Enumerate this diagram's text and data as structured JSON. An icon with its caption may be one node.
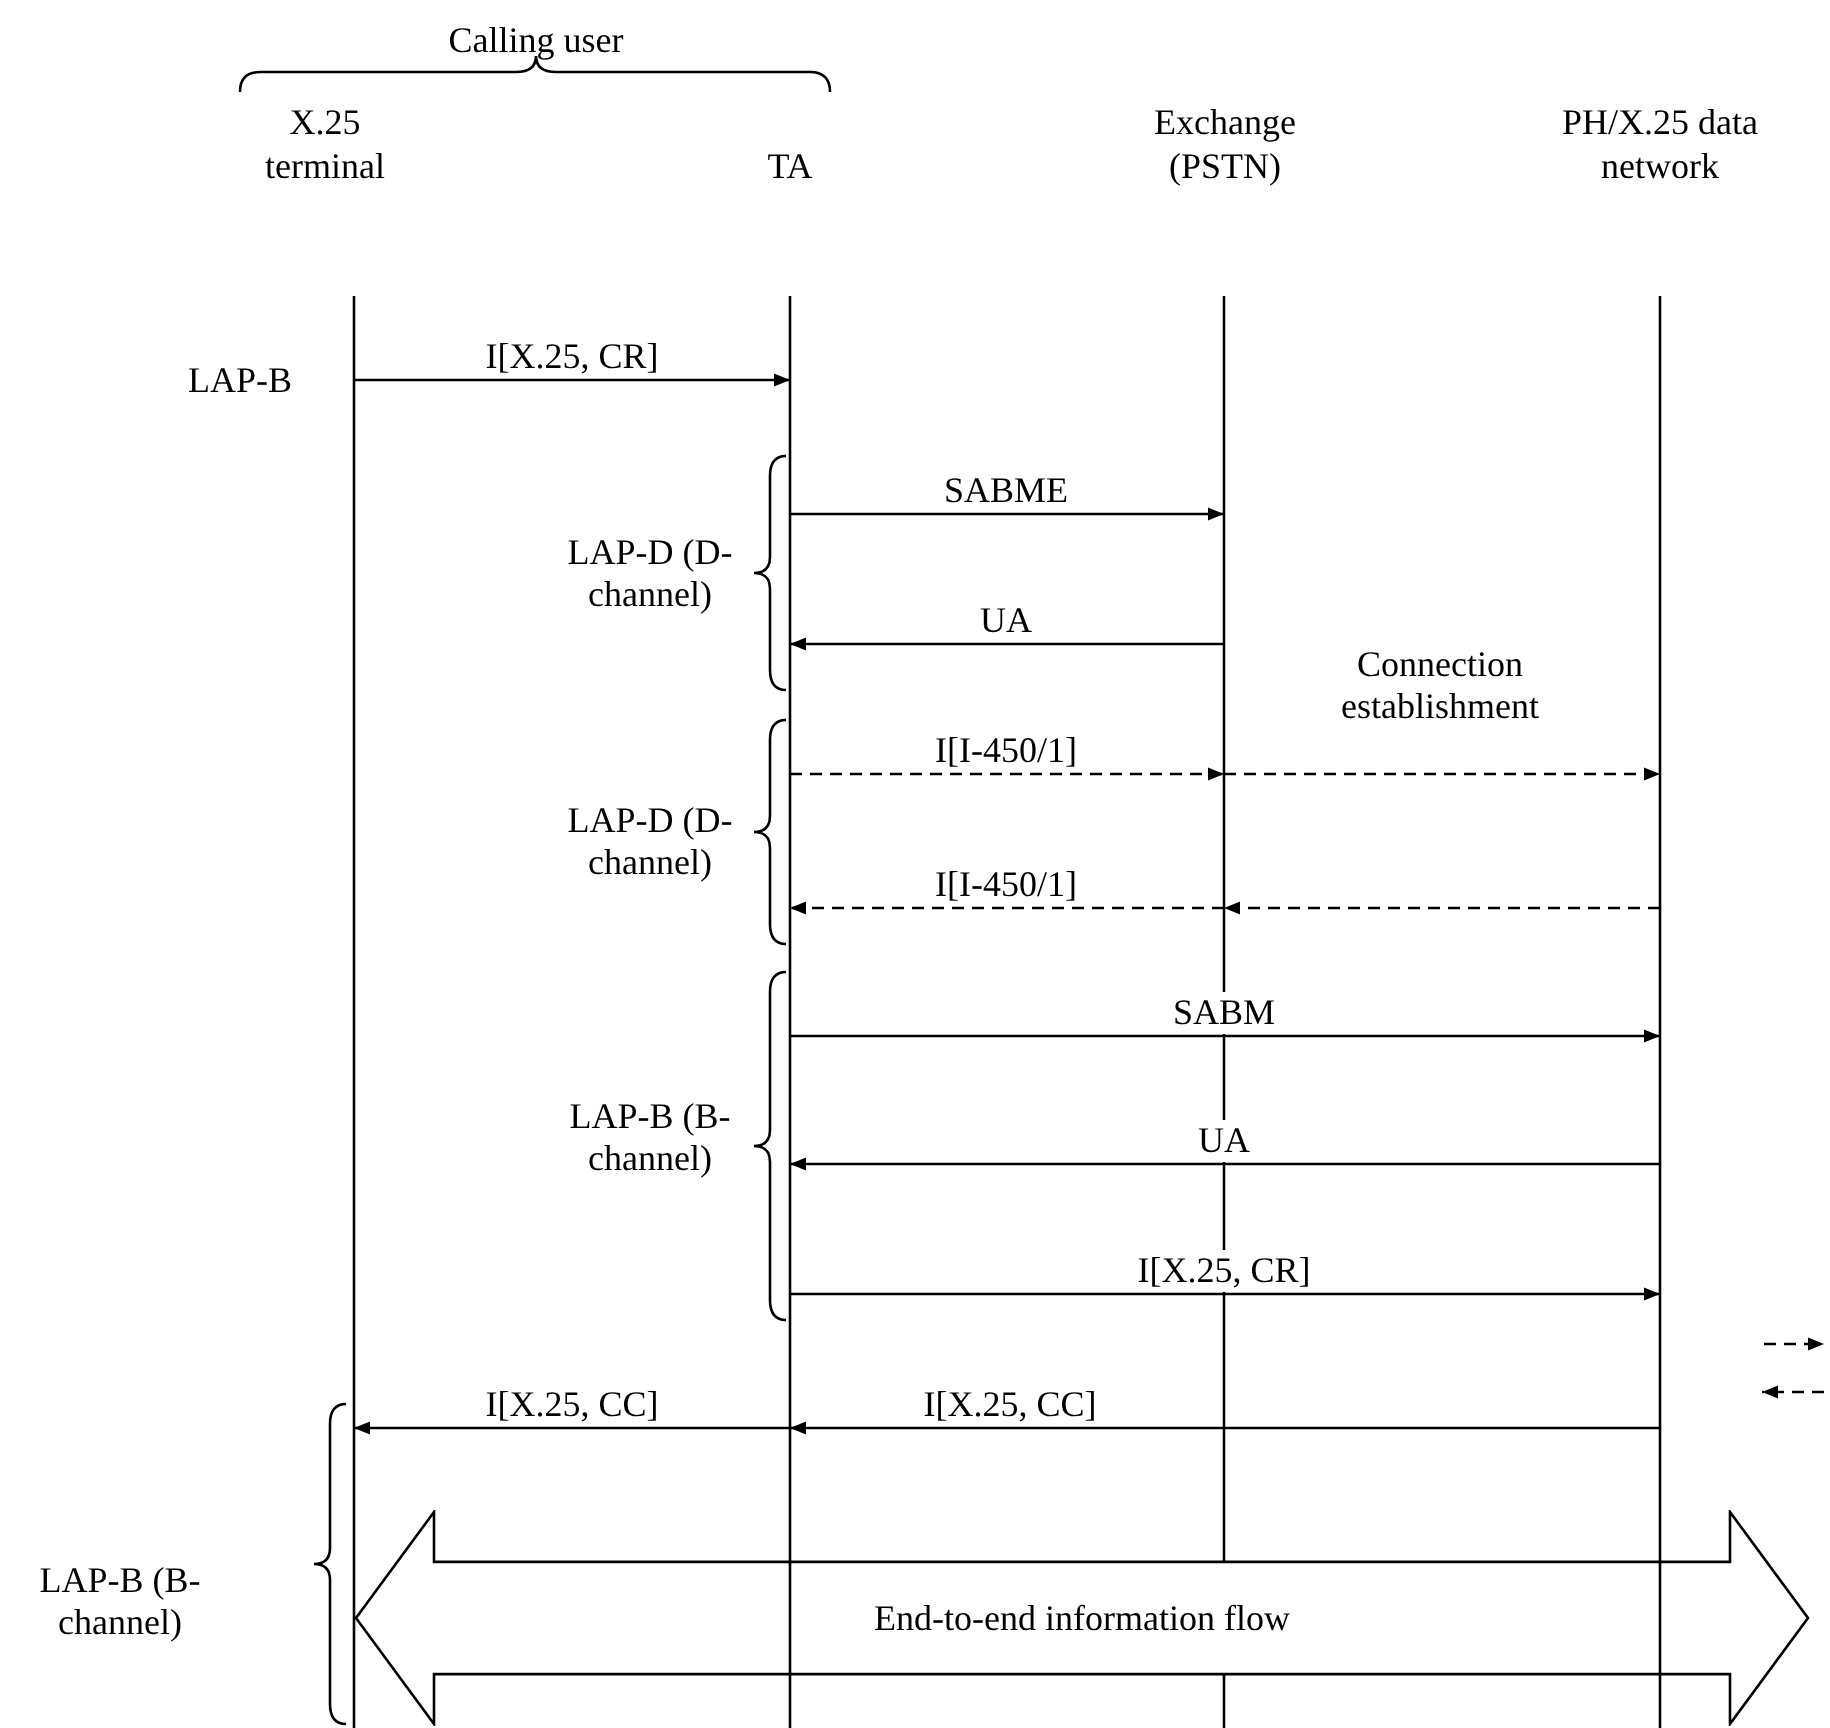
{
  "diagram": {
    "nodes": [
      {
        "text": [
          "X.25 terminal"
        ]
      },
      {
        "text": [
          "TA"
        ]
      },
      {
        "text": [
          "Exchange (PSTN)"
        ]
      },
      {
        "text": [
          "PH/X.25 data network"
        ]
      },
      {
        "text": [
          "End-to-end information flow"
        ]
      }
    ],
    "edges": [
      {
        "from": 0,
        "to": 1,
        "arrow": "to",
        "label": "I[X.25, CR]"
      },
      {
        "from": 1,
        "to": 2,
        "arrow": "to",
        "label": "SABME"
      },
      {
        "from": 2,
        "to": 1,
        "arrow": "to",
        "label": "UA"
      },
      {
        "from": 1,
        "to": 2,
        "arrow": "to",
        "label": "I[I-450/1]",
        "style": "dashed"
      },
      {
        "from": 2,
        "to": 3,
        "arrow": "to",
        "style": "dashed"
      },
      {
        "from": 3,
        "to": 2,
        "arrow": "to",
        "style": "dashed"
      },
      {
        "from": 2,
        "to": 1,
        "arrow": "to",
        "label": "I[I-450/1]",
        "style": "dashed"
      },
      {
        "from": 1,
        "to": 3,
        "arrow": "to",
        "label": "SABM"
      },
      {
        "from": 3,
        "to": 1,
        "arrow": "to",
        "label": "UA"
      },
      {
        "from": 1,
        "to": 3,
        "arrow": "to",
        "label": "I[X.25, CR]"
      },
      {
        "from": 3,
        "to": 1,
        "arrow": "to",
        "label": "I[X.25, CC]"
      },
      {
        "from": 1,
        "to": 0,
        "arrow": "to",
        "label": "I[X.25, CC]"
      },
      {
        "from": 3,
        "to": null,
        "arrow": "to",
        "style": "dashed"
      },
      {
        "from": null,
        "to": 3,
        "arrow": "to",
        "style": "dashed"
      }
    ],
    "labels": [
      "Calling user",
      "LAP-B",
      "LAP-D (D-channel)",
      "LAP-D (D-channel)",
      "LAP-B (B-channel)",
      "LAP-B (B-channel)",
      "Connection establishment"
    ]
  }
}
